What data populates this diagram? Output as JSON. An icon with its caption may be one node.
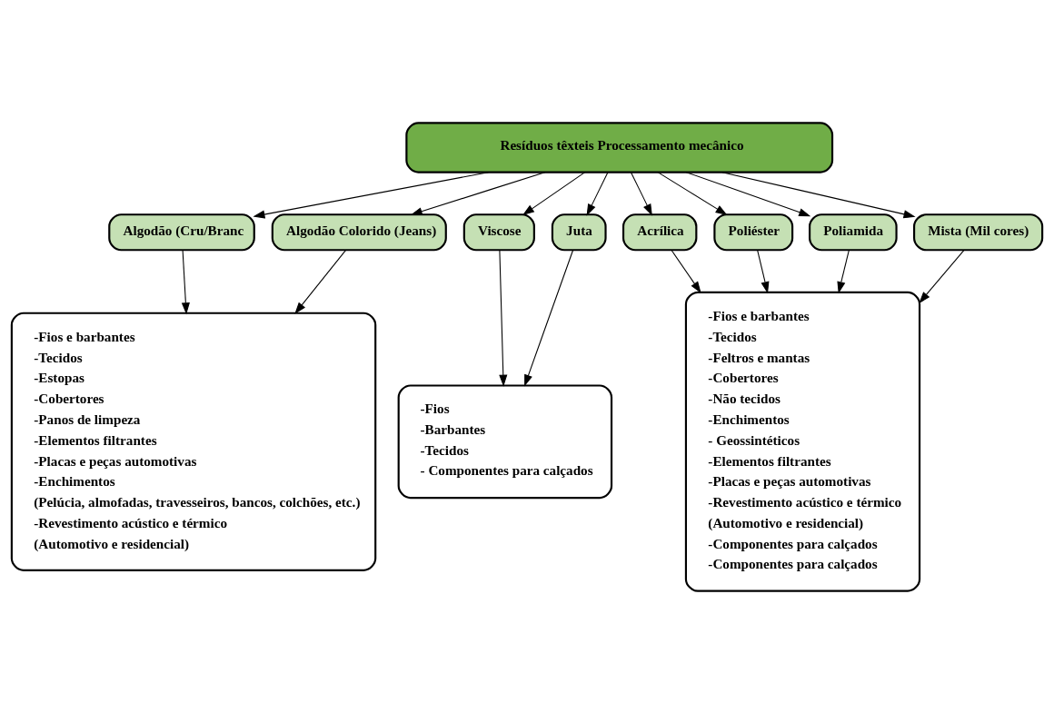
{
  "diagram": {
    "nodes": [
      {
        "text": [
          "Resíduos têxteis Processamento mecânico"
        ]
      },
      {
        "text": [
          "Algodão (Cru/Branc"
        ]
      },
      {
        "text": [
          "Algodão Colorido (Jeans)"
        ]
      },
      {
        "text": [
          "Viscose"
        ]
      },
      {
        "text": [
          "Juta"
        ]
      },
      {
        "text": [
          "Acrílica"
        ]
      },
      {
        "text": [
          "Poliéster"
        ]
      },
      {
        "text": [
          "Poliamida"
        ]
      },
      {
        "text": [
          "Mista (Mil cores)"
        ]
      },
      {
        "text": [
          "-Fios e barbantes",
          "-Tecidos",
          "-Estopas",
          "-Cobertores",
          "-Panos de limpeza",
          "-Elementos filtrantes",
          "-Placas e peças automotivas",
          "-Enchimentos",
          "(Pelúcia, almofadas, travesseiros, bancos, colchões, etc.)",
          "-Revestimento acústico e térmico",
          "(Automotivo e residencial)"
        ]
      },
      {
        "text": [
          "-Fios",
          "-Barbantes",
          "-Tecidos",
          "- Componentes para calçados"
        ]
      },
      {
        "text": [
          "-Fios e barbantes",
          "-Tecidos",
          "-Feltros e mantas",
          "-Cobertores",
          "-Não tecidos",
          "-Enchimentos",
          "- Geossintéticos",
          "-Elementos filtrantes",
          "-Placas e peças automotivas",
          "-Revestimento acústico e térmico",
          "(Automotivo e residencial)",
          "-Componentes para calçados",
          "-Componentes para calçados"
        ]
      }
    ],
    "edges": [
      {
        "from": 0,
        "to": 1,
        "arrow": "to"
      },
      {
        "from": 0,
        "to": 2,
        "arrow": "to"
      },
      {
        "from": 0,
        "to": 3,
        "arrow": "to"
      },
      {
        "from": 0,
        "to": 4,
        "arrow": "to"
      },
      {
        "from": 0,
        "to": 5,
        "arrow": "to"
      },
      {
        "from": 0,
        "to": 6,
        "arrow": "to"
      },
      {
        "from": 0,
        "to": 7,
        "arrow": "to"
      },
      {
        "from": 0,
        "to": 8,
        "arrow": "to"
      },
      {
        "from": 1,
        "to": 9,
        "arrow": "to"
      },
      {
        "from": 2,
        "to": 9,
        "arrow": "to"
      },
      {
        "from": 3,
        "to": 10,
        "arrow": "to"
      },
      {
        "from": 4,
        "to": 10,
        "arrow": "to"
      },
      {
        "from": 5,
        "to": 11,
        "arrow": "to"
      },
      {
        "from": 6,
        "to": 11,
        "arrow": "to"
      },
      {
        "from": 7,
        "to": 11,
        "arrow": "to"
      },
      {
        "from": 8,
        "to": 11,
        "arrow": "to"
      }
    ]
  }
}
